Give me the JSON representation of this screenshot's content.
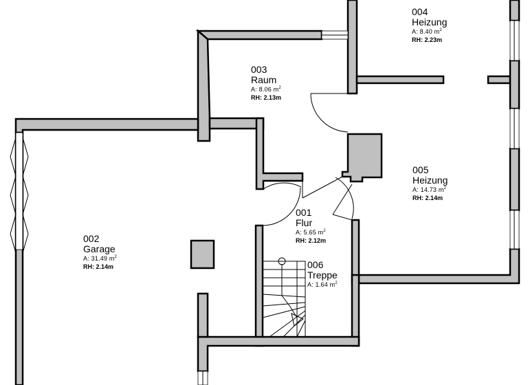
{
  "rooms": [
    {
      "number": "004",
      "name": "Heizung",
      "area_prefix": "A:",
      "area": "8.40",
      "area_unit": "m",
      "height_prefix": "RH:",
      "height": "2.23m"
    },
    {
      "number": "003",
      "name": "Raum",
      "area_prefix": "A:",
      "area": "8.06",
      "area_unit": "m",
      "height_prefix": "RH:",
      "height": "2.13m"
    },
    {
      "number": "005",
      "name": "Heizung",
      "area_prefix": "A:",
      "area": "14.73",
      "area_unit": "m",
      "height_prefix": "RH:",
      "height": "2.14m"
    },
    {
      "number": "001",
      "name": "Flur",
      "area_prefix": "A:",
      "area": "5.65",
      "area_unit": "m",
      "height_prefix": "RH:",
      "height": "2.12m"
    },
    {
      "number": "002",
      "name": "Garage",
      "area_prefix": "A:",
      "area": "31.49",
      "area_unit": "m",
      "height_prefix": "RH:",
      "height": "2.14m"
    },
    {
      "number": "006",
      "name": "Treppe",
      "area_prefix": "A:",
      "area": "1.64",
      "area_unit": "m",
      "height_prefix": "",
      "height": ""
    }
  ],
  "colors": {
    "wall_fill": "#c0c0c0",
    "line": "#000000",
    "background": "#ffffff"
  }
}
